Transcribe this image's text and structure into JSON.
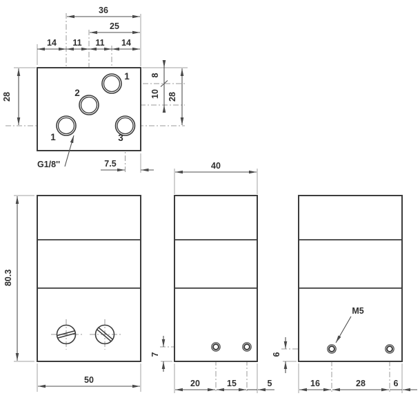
{
  "drawing_title": "valve-block dimension drawing",
  "colors": {
    "background": "#ffffff",
    "outline": "#3b3b3b",
    "dimension_lines": "#4f4f4f",
    "extension_lines": "#a0a0a0",
    "centerlines": "#999999",
    "text": "#2f2f2f"
  },
  "top_view": {
    "dim_36": "36",
    "dim_25": "25",
    "dim_14_left": "14",
    "dim_11_left": "11",
    "dim_11_right": "11",
    "dim_14_right": "14",
    "dim_28_left": "28",
    "dim_8": "8",
    "dim_10": "10",
    "dim_28_right": "28",
    "dim_7_5": "7.5",
    "port_label_1_bottom": "1",
    "port_label_2": "2",
    "port_label_1_top": "1",
    "port_label_3": "3",
    "thread_note": "G1/8''"
  },
  "front_view": {
    "dim_height": "80.3",
    "dim_width": "50"
  },
  "middle_view": {
    "dim_width": "40",
    "dim_hole_height": "7",
    "dim_20": "20",
    "dim_15": "15",
    "dim_5": "5"
  },
  "right_view": {
    "dim_hole_height": "6",
    "dim_16": "16",
    "dim_28": "28",
    "dim_6": "6",
    "thread_note": "M5"
  }
}
